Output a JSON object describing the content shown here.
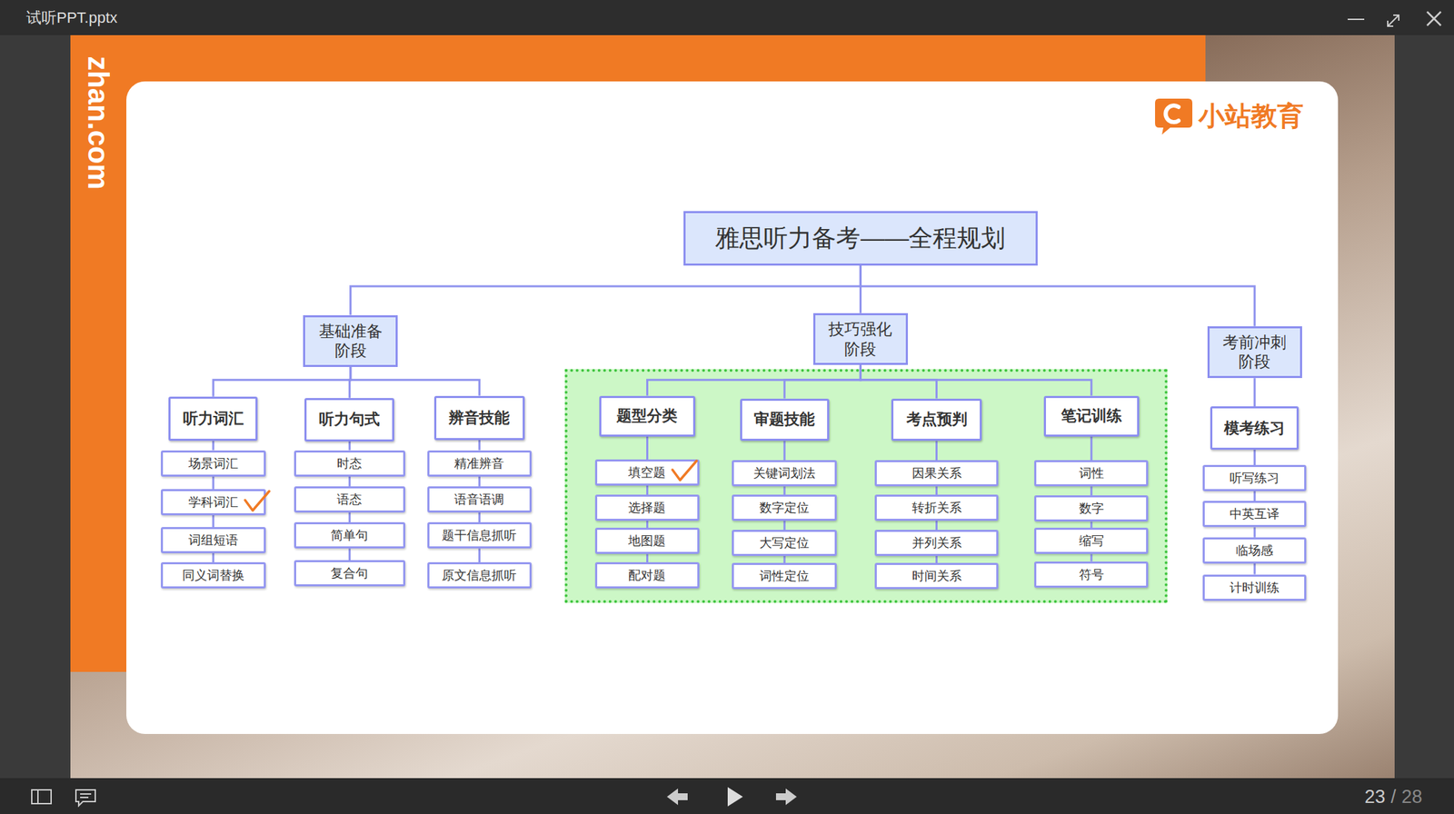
{
  "diagram": {
    "nodes": [
      {
        "text": [
          "雅思听力备考——全程规划"
        ]
      },
      {
        "text": [
          "基础准备 阶段"
        ]
      },
      {
        "text": [
          "技巧强化 阶段"
        ]
      },
      {
        "text": [
          "考前冲刺 阶段"
        ]
      },
      {
        "text": [
          "听力词汇"
        ]
      },
      {
        "text": [
          "场景词汇"
        ]
      },
      {
        "text": [
          "学科词汇"
        ]
      },
      {
        "text": [
          "词组短语"
        ]
      },
      {
        "text": [
          "同义词替换"
        ]
      },
      {
        "text": [
          "听力句式"
        ]
      },
      {
        "text": [
          "时态"
        ]
      },
      {
        "text": [
          "语态"
        ]
      },
      {
        "text": [
          "简单句"
        ]
      },
      {
        "text": [
          "复合句"
        ]
      },
      {
        "text": [
          "辨音技能"
        ]
      },
      {
        "text": [
          "精准辨音"
        ]
      },
      {
        "text": [
          "语音语调"
        ]
      },
      {
        "text": [
          "题干信息抓听"
        ]
      },
      {
        "text": [
          "原文信息抓听"
        ]
      },
      {
        "text": [
          "题型分类"
        ]
      },
      {
        "text": [
          "填空题"
        ]
      },
      {
        "text": [
          "选择题"
        ]
      },
      {
        "text": [
          "地图题"
        ]
      },
      {
        "text": [
          "配对题"
        ]
      },
      {
        "text": [
          "审题技能"
        ]
      },
      {
        "text": [
          "关键词划法"
        ]
      },
      {
        "text": [
          "数字定位"
        ]
      },
      {
        "text": [
          "大写定位"
        ]
      },
      {
        "text": [
          "词性定位"
        ]
      },
      {
        "text": [
          "考点预判"
        ]
      },
      {
        "text": [
          "因果关系"
        ]
      },
      {
        "text": [
          "转折关系"
        ]
      },
      {
        "text": [
          "并列关系"
        ]
      },
      {
        "text": [
          "时间关系"
        ]
      },
      {
        "text": [
          "笔记训练"
        ]
      },
      {
        "text": [
          "词性"
        ]
      },
      {
        "text": [
          "数字"
        ]
      },
      {
        "text": [
          "缩写"
        ]
      },
      {
        "text": [
          "符号"
        ]
      },
      {
        "text": [
          "模考练习"
        ]
      },
      {
        "text": [
          "听写练习"
        ]
      },
      {
        "text": [
          "中英互译"
        ]
      },
      {
        "text": [
          "临场感"
        ]
      },
      {
        "text": [
          "计时训练"
        ]
      }
    ],
    "edges": [
      {
        "from": 0,
        "to": 1,
        "arrow": "none"
      },
      {
        "from": 0,
        "to": 2,
        "arrow": "none"
      },
      {
        "from": 0,
        "to": 3,
        "arrow": "none"
      },
      {
        "from": 1,
        "to": 4,
        "arrow": "none"
      },
      {
        "from": 1,
        "to": 9,
        "arrow": "none"
      },
      {
        "from": 1,
        "to": 14,
        "arrow": "none"
      },
      {
        "from": 2,
        "to": 19,
        "arrow": "none"
      },
      {
        "from": 2,
        "to": 24,
        "arrow": "none"
      },
      {
        "from": 2,
        "to": 29,
        "arrow": "none"
      },
      {
        "from": 2,
        "to": 34,
        "arrow": "none"
      },
      {
        "from": 3,
        "to": 39,
        "arrow": "none"
      },
      {
        "from": 4,
        "to": 5,
        "arrow": "none"
      },
      {
        "from": 5,
        "to": 6,
        "arrow": "none"
      },
      {
        "from": 6,
        "to": 7,
        "arrow": "none"
      },
      {
        "from": 7,
        "to": 8,
        "arrow": "none"
      },
      {
        "from": 9,
        "to": 10,
        "arrow": "none"
      },
      {
        "from": 10,
        "to": 11,
        "arrow": "none"
      },
      {
        "from": 11,
        "to": 12,
        "arrow": "none"
      },
      {
        "from": 12,
        "to": 13,
        "arrow": "none"
      },
      {
        "from": 14,
        "to": 15,
        "arrow": "none"
      },
      {
        "from": 15,
        "to": 16,
        "arrow": "none"
      },
      {
        "from": 16,
        "to": 17,
        "arrow": "none"
      },
      {
        "from": 17,
        "to": 18,
        "arrow": "none"
      },
      {
        "from": 19,
        "to": 20,
        "arrow": "none"
      },
      {
        "from": 20,
        "to": 21,
        "arrow": "none"
      },
      {
        "from": 21,
        "to": 22,
        "arrow": "none"
      },
      {
        "from": 22,
        "to": 23,
        "arrow": "none"
      },
      {
        "from": 24,
        "to": 25,
        "arrow": "none"
      },
      {
        "from": 25,
        "to": 26,
        "arrow": "none"
      },
      {
        "from": 26,
        "to": 27,
        "arrow": "none"
      },
      {
        "from": 27,
        "to": 28,
        "arrow": "none"
      },
      {
        "from": 29,
        "to": 30,
        "arrow": "none"
      },
      {
        "from": 30,
        "to": 31,
        "arrow": "none"
      },
      {
        "from": 31,
        "to": 32,
        "arrow": "none"
      },
      {
        "from": 32,
        "to": 33,
        "arrow": "none"
      },
      {
        "from": 34,
        "to": 35,
        "arrow": "none"
      },
      {
        "from": 35,
        "to": 36,
        "arrow": "none"
      },
      {
        "from": 36,
        "to": 37,
        "arrow": "none"
      },
      {
        "from": 37,
        "to": 38,
        "arrow": "none"
      },
      {
        "from": 39,
        "to": 40,
        "arrow": "none"
      },
      {
        "from": 40,
        "to": 41,
        "arrow": "none"
      },
      {
        "from": 41,
        "to": 42,
        "arrow": "none"
      },
      {
        "from": 42,
        "to": 43,
        "arrow": "none"
      }
    ],
    "labels": [
      "试听PPT.pptx",
      "zhan.com",
      "小站教育",
      "23",
      "/",
      "28"
    ]
  }
}
